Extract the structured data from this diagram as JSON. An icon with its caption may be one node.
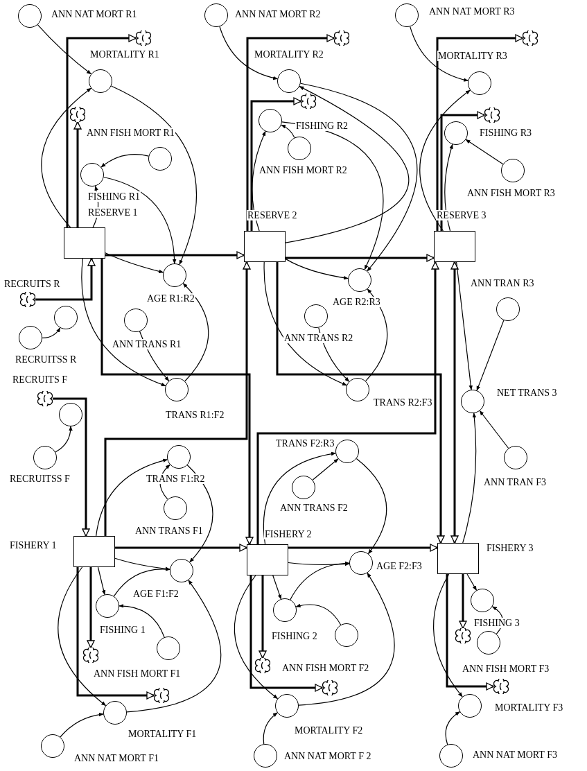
{
  "diagram": {
    "nodes": [
      {
        "text": [
          "ANN NAT MORT R1"
        ]
      },
      {
        "text": [
          "ANN NAT MORT R2"
        ]
      },
      {
        "text": [
          "ANN NAT MORT R3"
        ]
      },
      {
        "text": [
          "MORTALITY R1"
        ]
      },
      {
        "text": [],
        "shape": "cloud"
      },
      {
        "text": [
          "MORTALITY R2"
        ]
      },
      {
        "text": [],
        "shape": "cloud"
      },
      {
        "text": [
          "MORTALITY R3"
        ]
      },
      {
        "text": [],
        "shape": "cloud"
      },
      {
        "text": [],
        "shape": "cloud"
      },
      {
        "text": [],
        "shape": "cloud"
      },
      {
        "text": [
          "FISHING R2"
        ]
      },
      {
        "text": [],
        "shape": "cloud"
      },
      {
        "text": [
          "FISHING R3"
        ]
      },
      {
        "text": [
          "ANN FISH MORT R1"
        ]
      },
      {
        "text": [
          "ANN FISH MORT R2"
        ]
      },
      {
        "text": [
          "ANN FISH MORT R3"
        ]
      },
      {
        "text": [
          "FISHING R1"
        ]
      },
      {
        "text": [
          "RESERVE 1"
        ]
      },
      {
        "text": [
          "RESERVE 2"
        ]
      },
      {
        "text": [
          "RESERVE 3"
        ]
      },
      {
        "text": [
          "AGE R1:R2"
        ]
      },
      {
        "text": [
          "AGE R2:R3"
        ]
      },
      {
        "text": [
          "ANN TRAN R3"
        ]
      },
      {
        "text": [
          "RECRUITS R"
        ]
      },
      {
        "text": [],
        "shape": "circle"
      },
      {
        "text": [
          "ANN TRANS R1"
        ]
      },
      {
        "text": [
          "ANN TRANS R2"
        ]
      },
      {
        "text": [
          "RECRUITSS R"
        ]
      },
      {
        "text": [
          "TRANS R2:F3"
        ]
      },
      {
        "text": [
          "TRANS R1:F2"
        ]
      },
      {
        "text": [
          "NET TRANS 3"
        ]
      },
      {
        "text": [
          "RECRUITS F"
        ]
      },
      {
        "text": [],
        "shape": "circle"
      },
      {
        "text": [
          "TRANS F2:R3"
        ]
      },
      {
        "text": [
          "TRANS F1:R2"
        ]
      },
      {
        "text": [
          "RECRUITSS F"
        ]
      },
      {
        "text": [
          "ANN TRAN F3"
        ]
      },
      {
        "text": [
          "ANN TRANS F2"
        ]
      },
      {
        "text": [
          "ANN TRANS F1"
        ]
      },
      {
        "text": [
          "AGE F2:F3"
        ]
      },
      {
        "text": [
          "FISHERY 1"
        ]
      },
      {
        "text": [
          "FISHERY 2"
        ]
      },
      {
        "text": [
          "FISHERY 3"
        ]
      },
      {
        "text": [
          "AGE F1:F2"
        ]
      },
      {
        "text": [
          "FISHING 1"
        ]
      },
      {
        "text": [
          "FISHING 2"
        ]
      },
      {
        "text": [
          "FISHING 3"
        ]
      },
      {
        "text": [
          "ANN FISH MORT F1"
        ]
      },
      {
        "text": [
          "ANN FISH MORT F2"
        ]
      },
      {
        "text": [
          "ANN FISH MORT F3"
        ]
      },
      {
        "text": [],
        "shape": "cloud"
      },
      {
        "text": [],
        "shape": "cloud"
      },
      {
        "text": [],
        "shape": "cloud"
      },
      {
        "text": [],
        "shape": "cloud"
      },
      {
        "text": [],
        "shape": "cloud"
      },
      {
        "text": [],
        "shape": "cloud"
      },
      {
        "text": [
          "MORTALITY F1"
        ]
      },
      {
        "text": [
          "MORTALITY F2"
        ]
      },
      {
        "text": [
          "MORTALITY F3"
        ]
      },
      {
        "text": [
          "ANN NAT MORT F1"
        ]
      },
      {
        "text": [
          "ANN NAT MORT F 2"
        ]
      },
      {
        "text": [
          "ANN NAT MORT F3"
        ]
      }
    ],
    "edges": [
      {
        "from": 18,
        "to": 4,
        "arrow": "to",
        "style": "thick"
      },
      {
        "from": 18,
        "to": 9,
        "arrow": "to",
        "style": "thick"
      },
      {
        "from": 24,
        "to": 18,
        "arrow": "to",
        "style": "thick"
      },
      {
        "from": 18,
        "to": 19,
        "arrow": "to",
        "style": "thick"
      },
      {
        "from": 18,
        "to": 42,
        "arrow": "to",
        "style": "thick"
      },
      {
        "from": 19,
        "to": 6,
        "arrow": "to",
        "style": "thick"
      },
      {
        "from": 19,
        "to": 10,
        "arrow": "to",
        "style": "thick"
      },
      {
        "from": 19,
        "to": 20,
        "arrow": "to",
        "style": "thick"
      },
      {
        "from": 19,
        "to": 43,
        "arrow": "to",
        "style": "thick"
      },
      {
        "from": 20,
        "to": 8,
        "arrow": "to",
        "style": "thick"
      },
      {
        "from": 20,
        "to": 12,
        "arrow": "to",
        "style": "thick"
      },
      {
        "from": 20,
        "to": 43,
        "arrow": "both",
        "style": "thick"
      },
      {
        "from": 32,
        "to": 41,
        "arrow": "to",
        "style": "thick"
      },
      {
        "from": 41,
        "to": 19,
        "arrow": "to",
        "style": "thick"
      },
      {
        "from": 41,
        "to": 42,
        "arrow": "to",
        "style": "thick"
      },
      {
        "from": 41,
        "to": 51,
        "arrow": "to",
        "style": "thick"
      },
      {
        "from": 41,
        "to": 54,
        "arrow": "to",
        "style": "thick"
      },
      {
        "from": 42,
        "to": 20,
        "arrow": "to",
        "style": "thick"
      },
      {
        "from": 42,
        "to": 43,
        "arrow": "to",
        "style": "thick"
      },
      {
        "from": 42,
        "to": 52,
        "arrow": "to",
        "style": "thick"
      },
      {
        "from": 42,
        "to": 55,
        "arrow": "to",
        "style": "thick"
      },
      {
        "from": 43,
        "to": 53,
        "arrow": "to",
        "style": "thick"
      },
      {
        "from": 43,
        "to": 56,
        "arrow": "to",
        "style": "thick"
      },
      {
        "from": 0,
        "to": 3,
        "arrow": "to"
      },
      {
        "from": 18,
        "to": 3,
        "arrow": "to"
      },
      {
        "from": 14,
        "to": 17,
        "arrow": "to"
      },
      {
        "from": 18,
        "to": 17,
        "arrow": "to"
      },
      {
        "from": 3,
        "to": 21,
        "arrow": "to"
      },
      {
        "from": 17,
        "to": 21,
        "arrow": "to"
      },
      {
        "from": 18,
        "to": 21,
        "arrow": "to"
      },
      {
        "from": 18,
        "to": 30,
        "arrow": "to"
      },
      {
        "from": 26,
        "to": 30,
        "arrow": "to"
      },
      {
        "from": 30,
        "to": 21,
        "arrow": "to"
      },
      {
        "from": 1,
        "to": 5,
        "arrow": "to"
      },
      {
        "from": 19,
        "to": 11,
        "arrow": "to"
      },
      {
        "from": 15,
        "to": 11,
        "arrow": "to"
      },
      {
        "from": 19,
        "to": 5,
        "arrow": "to"
      },
      {
        "from": 5,
        "to": 22,
        "arrow": "to"
      },
      {
        "from": 11,
        "to": 22,
        "arrow": "to"
      },
      {
        "from": 19,
        "to": 22,
        "arrow": "to"
      },
      {
        "from": 19,
        "to": 29,
        "arrow": "to"
      },
      {
        "from": 27,
        "to": 29,
        "arrow": "to"
      },
      {
        "from": 29,
        "to": 22,
        "arrow": "to"
      },
      {
        "from": 2,
        "to": 7,
        "arrow": "to"
      },
      {
        "from": 20,
        "to": 7,
        "arrow": "to"
      },
      {
        "from": 20,
        "to": 13,
        "arrow": "to"
      },
      {
        "from": 16,
        "to": 13,
        "arrow": "to"
      },
      {
        "from": 23,
        "to": 31,
        "arrow": "to"
      },
      {
        "from": 20,
        "to": 31,
        "arrow": "to"
      },
      {
        "from": 37,
        "to": 31,
        "arrow": "to"
      },
      {
        "from": 43,
        "to": 31,
        "arrow": "to"
      },
      {
        "from": 28,
        "to": 25,
        "arrow": "to"
      },
      {
        "from": 36,
        "to": 33,
        "arrow": "to"
      },
      {
        "from": 41,
        "to": 35,
        "arrow": "to"
      },
      {
        "from": 39,
        "to": 35,
        "arrow": "to"
      },
      {
        "from": 35,
        "to": 44,
        "arrow": "to"
      },
      {
        "from": 41,
        "to": 44,
        "arrow": "to"
      },
      {
        "from": 41,
        "to": 45,
        "arrow": "to"
      },
      {
        "from": 48,
        "to": 45,
        "arrow": "to"
      },
      {
        "from": 45,
        "to": 44,
        "arrow": "to"
      },
      {
        "from": 41,
        "to": 57,
        "arrow": "to"
      },
      {
        "from": 60,
        "to": 57,
        "arrow": "to"
      },
      {
        "from": 57,
        "to": 44,
        "arrow": "to"
      },
      {
        "from": 38,
        "to": 34,
        "arrow": "to"
      },
      {
        "from": 42,
        "to": 34,
        "arrow": "to"
      },
      {
        "from": 34,
        "to": 40,
        "arrow": "to"
      },
      {
        "from": 42,
        "to": 40,
        "arrow": "to"
      },
      {
        "from": 42,
        "to": 46,
        "arrow": "to"
      },
      {
        "from": 49,
        "to": 46,
        "arrow": "to"
      },
      {
        "from": 46,
        "to": 40,
        "arrow": "to"
      },
      {
        "from": 42,
        "to": 58,
        "arrow": "to"
      },
      {
        "from": 61,
        "to": 58,
        "arrow": "to"
      },
      {
        "from": 58,
        "to": 40,
        "arrow": "to"
      },
      {
        "from": 43,
        "to": 47,
        "arrow": "to"
      },
      {
        "from": 50,
        "to": 47,
        "arrow": "to"
      },
      {
        "from": 43,
        "to": 59,
        "arrow": "to"
      },
      {
        "from": 62,
        "to": 59,
        "arrow": "to"
      }
    ]
  }
}
